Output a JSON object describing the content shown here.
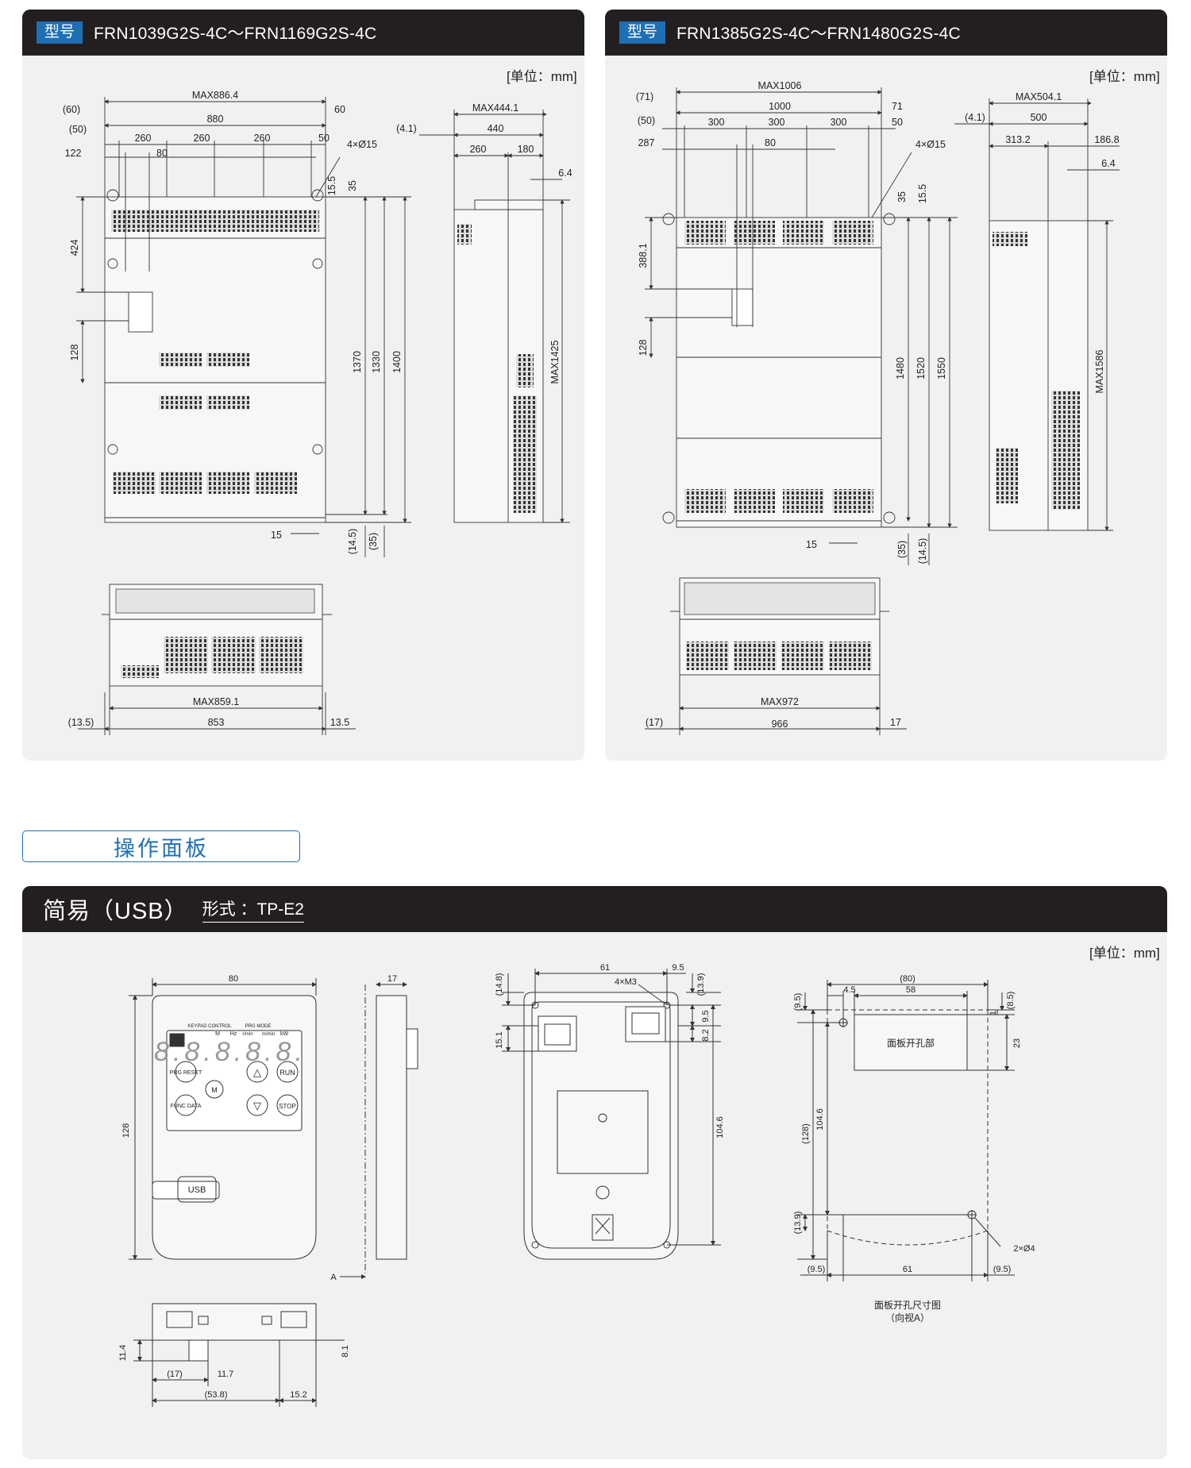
{
  "panels": {
    "left": {
      "tag": "型号",
      "title": "FRN1039G2S-4C～FRN1169G2S-4C",
      "unit": "[单位：mm]"
    },
    "right": {
      "tag": "型号",
      "title": "FRN1385G2S-4C～FRN1480G2S-4C",
      "unit": "[单位：mm]"
    }
  },
  "section_label": "操作面板",
  "bottom": {
    "title": "简易（USB）",
    "form": "形式 ：TP-E2",
    "unit": "[单位：mm]"
  },
  "dims_left": {
    "top_max": "MAX886.4",
    "w880": "880",
    "p60": "(60)",
    "d60": "60",
    "p50": "(50)",
    "s260a": "260",
    "s260b": "260",
    "s260c": "260",
    "d50": "50",
    "d122": "122",
    "d80": "80",
    "holes": "4×Ø15",
    "d15_5": "15.5",
    "d35": "35",
    "d424": "424",
    "d128": "128",
    "d1370": "1370",
    "d1330": "1330",
    "d1400": "1400",
    "d15": "15",
    "p14_5": "(14.5)",
    "p35": "(35)",
    "side_max": "MAX444.1",
    "p4_1": "(4.1)",
    "d440": "440",
    "d260": "260",
    "d180": "180",
    "d6_4": "6.4",
    "max1425": "MAX1425",
    "bot_max": "MAX859.1",
    "p13_5": "(13.5)",
    "d853": "853",
    "d13_5": "13.5"
  },
  "dims_right": {
    "top_max": "MAX1006",
    "p71": "(71)",
    "w1000": "1000",
    "d71": "71",
    "p50": "(50)",
    "s300a": "300",
    "s300b": "300",
    "s300c": "300",
    "d50": "50",
    "d287": "287",
    "d80": "80",
    "holes": "4×Ø15",
    "d35": "35",
    "d15_5": "15.5",
    "d388_1": "388.1",
    "d128": "128",
    "d1480": "1480",
    "d1520": "1520",
    "d1550": "1550",
    "d15": "15",
    "p35": "(35)",
    "p14_5": "(14.5)",
    "side_max": "MAX504.1",
    "p4_1": "(4.1)",
    "d500": "500",
    "d313_2": "313.2",
    "d186_8": "186.8",
    "d6_4": "6.4",
    "max1586": "MAX1586",
    "bot_max": "MAX972",
    "p17": "(17)",
    "d966": "966",
    "d17": "17"
  },
  "keypad": {
    "labels": {
      "keypad": "KEYPAD CONTROL",
      "m": "M",
      "hz": "Hz",
      "prg_mode": "PRG MODE",
      "rmin": "r/min",
      "mmin": "m/min",
      "kw": "kW"
    },
    "display": "8.8.8.8.8.",
    "buttons": {
      "prg": "PRG RESET",
      "run": "RUN",
      "func": "FUNC DATA",
      "stop": "STOP",
      "m": "M",
      "up": "△",
      "down": "▽",
      "usb": "USB"
    },
    "dims": {
      "w80": "80",
      "h128": "128",
      "d17": "17",
      "arrow_a": "A",
      "b11_4": "11.4",
      "bp17": "(17)",
      "b11_7": "11.7",
      "bp53_8": "(53.8)",
      "b15_2": "15.2",
      "b8_1": "8.1",
      "r61": "61",
      "r9_5": "9.5",
      "rp14_8": "(14.8)",
      "r_m3": "4×M3",
      "rp13_9": "(13.9)",
      "r9_5b": "9.5",
      "r15_1": "15.1",
      "r8_2": "8.2",
      "r104_6": "104.6",
      "cp80": "(80)",
      "c4_5": "4.5",
      "c58": "58",
      "cp9_5": "(9.5)",
      "cp8_5": "(8.5)",
      "c1": "1",
      "c23": "23",
      "c_hole": "面板开孔部",
      "cp128": "(128)",
      "c104_6": "104.6",
      "cp13_9": "(13.9)",
      "c2x4": "2×Ø4",
      "cp9_5l": "(9.5)",
      "c61": "61",
      "cp9_5r": "(9.5)",
      "cap1": "面板开孔尺寸图",
      "cap2": "（向视A）"
    }
  }
}
